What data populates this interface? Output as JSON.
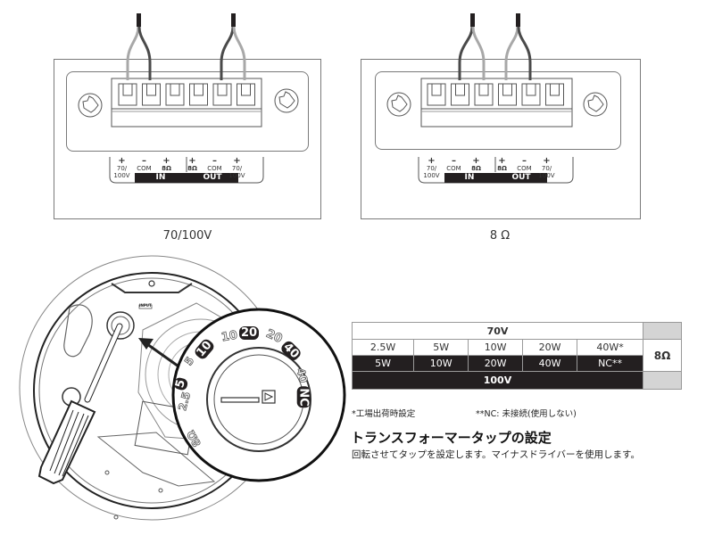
{
  "diagrams": [
    {
      "caption": "70/100V",
      "terminals": [
        {
          "sign": "+",
          "label": "70/",
          "label2": "100V"
        },
        {
          "sign": "–",
          "label": "COM",
          "label2": ""
        },
        {
          "sign": "+",
          "label": "8Ω",
          "label2": ""
        },
        {
          "sign": "+",
          "label": "8Ω",
          "label2": ""
        },
        {
          "sign": "–",
          "label": "COM",
          "label2": ""
        },
        {
          "sign": "+",
          "label": "70/",
          "label2": "100V"
        }
      ],
      "group_in": "IN",
      "group_out": "OUT",
      "wired_terminals": [
        1,
        2,
        5,
        6
      ]
    },
    {
      "caption": "8 Ω",
      "terminals": [
        {
          "sign": "+",
          "label": "70/",
          "label2": "100V"
        },
        {
          "sign": "–",
          "label": "COM",
          "label2": ""
        },
        {
          "sign": "+",
          "label": "8Ω",
          "label2": ""
        },
        {
          "sign": "+",
          "label": "8Ω",
          "label2": ""
        },
        {
          "sign": "–",
          "label": "COM",
          "label2": ""
        },
        {
          "sign": "+",
          "label": "70/",
          "label2": "100V"
        }
      ],
      "group_in": "IN",
      "group_out": "OUT",
      "wired_terminals": [
        2,
        3,
        4,
        5
      ]
    }
  ],
  "dial": {
    "outer_labels": [
      "2.5",
      "5",
      "10",
      "20",
      "40",
      "8Ω"
    ],
    "inner_labels": [
      "5",
      "10",
      "20",
      "40",
      "NC"
    ],
    "speaker_label": "INPUT"
  },
  "tap_table": {
    "header_70v": "70V",
    "row_70v": [
      "2.5W",
      "5W",
      "10W",
      "20W",
      "40W*"
    ],
    "row_100v": [
      "5W",
      "10W",
      "20W",
      "40W",
      "NC**"
    ],
    "header_100v": "100V",
    "impedance": "8Ω"
  },
  "notes": {
    "factory": "*工場出荷時設定",
    "nc": "**NC: 未接続(使用しない)"
  },
  "section": {
    "title": "トランスフォーマータップの設定",
    "description": "回転させてタップを設定します。マイナスドライバーを使用します。"
  },
  "colors": {
    "dark": "#231f20",
    "wire_light": "#a8a8a8",
    "wire_dark": "#4a4a4a",
    "grey_cell": "#d4d4d4"
  }
}
